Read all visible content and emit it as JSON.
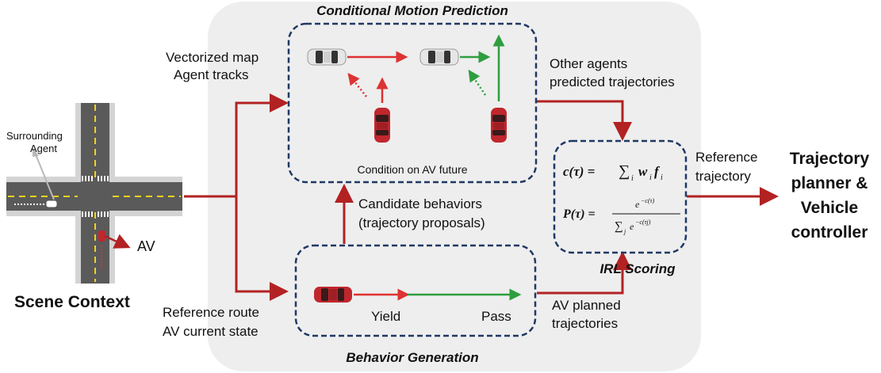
{
  "colors": {
    "panel_bg": "#eeeeee",
    "dashed_box": "#1f3864",
    "red_arrow": "#b22222",
    "green_arrow": "#2e9e3e",
    "car_red": "#c0272d",
    "car_white": "#e8e8e8"
  },
  "scene": {
    "title": "Scene Context",
    "surrounding_agent_line1": "Surrounding",
    "surrounding_agent_line2": "Agent",
    "av_label": "AV"
  },
  "inputs": {
    "map_line1": "Vectorized map",
    "map_line2": "Agent tracks",
    "route_line1": "Reference route",
    "route_line2": "AV current state"
  },
  "cmp": {
    "title": "Conditional Motion Prediction",
    "condition_label": "Condition on AV future",
    "output_line1": "Other agents",
    "output_line2": "predicted trajectories"
  },
  "behavior": {
    "title": "Behavior Generation",
    "yield_label": "Yield",
    "pass_label": "Pass",
    "output_line1": "AV planned",
    "output_line2": "trajectories",
    "candidates_line1": "Candidate behaviors",
    "candidates_line2": "(trajectory proposals)"
  },
  "irl": {
    "title": "IRL Scoring",
    "cost_lhs": "c(τ) = ",
    "cost_sum": "∑",
    "cost_sub": "i",
    "cost_rhs": "w",
    "cost_rhs_sub": "i",
    "cost_rhs2": "f",
    "cost_rhs2_sub": "i",
    "prob_lhs": "P(τ) = ",
    "prob_num": "e",
    "prob_num_exp": "−c(τ)",
    "prob_den_sum": "∑",
    "prob_den_sub": "j",
    "prob_den_e": "e",
    "prob_den_exp": "−c(τj)"
  },
  "reference": {
    "line1": "Reference",
    "line2": "trajectory"
  },
  "output": {
    "line1": "Trajectory",
    "line2": "planner &",
    "line3": "Vehicle",
    "line4": "controller"
  }
}
